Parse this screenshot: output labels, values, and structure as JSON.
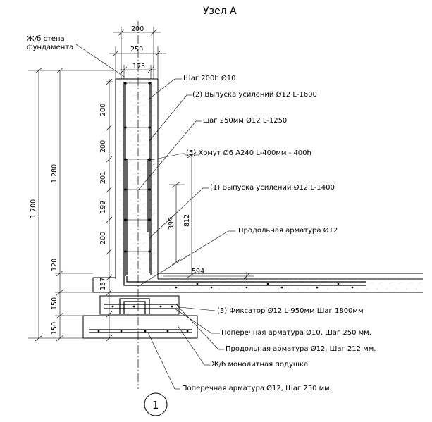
{
  "title": "Узел А",
  "wall_label_line1": "Ж/б стена",
  "wall_label_line2": "фундамента",
  "top_dims": {
    "d200": "200",
    "d250": "250",
    "d175": "175"
  },
  "left_dims": {
    "d200a": "200",
    "d200b": "200",
    "d201": "201",
    "d199": "199",
    "d200c": "200",
    "d120": "120",
    "d137": "137",
    "d150a": "150",
    "d150b": "150",
    "d1280": "1 280",
    "d1700": "1 700"
  },
  "inner_dims": {
    "d399": "399",
    "d812": "812",
    "d594": "594"
  },
  "callouts": {
    "c1": "Шаг 200h Ø10",
    "c2": "(2) Выпуска усилений Ø12 L-1600",
    "c3": "шаг 250мм Ø12 L-1250",
    "c4": "(5) Хомут Ø6 А240 L-400мм - 400h",
    "c5": "(1) Выпуска усилений Ø12 L-1400",
    "c6": "Продольная арматура Ø12",
    "c7": "(3) Фиксатор Ø12 L-950мм Шаг 1800мм",
    "c8": "Поперечная арматура Ø10, Шаг 250 мм.",
    "c9": "Продольная арматура Ø12, Шаг 212 мм.",
    "c10": "Ж/б монолитная подушка",
    "c11": "Поперечная арматура Ø12, Шаг 250 мм."
  },
  "axis_marker": "1"
}
